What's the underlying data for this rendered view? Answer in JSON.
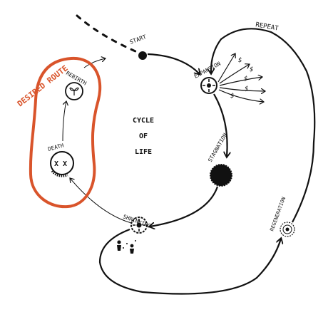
{
  "labels": {
    "start": "START",
    "expansion": "EXPANSION",
    "stagnation": "STAGNATION",
    "shrinking": "SHRINKING",
    "regeneration": "REGENERATION",
    "death": "DEATH",
    "rebirth": "REBIRTH",
    "repeat": "REPEAT",
    "desired_route": "DESIRED ROUTE",
    "center_line1": "CYCLE",
    "center_line2": "OF",
    "center_line3": "LIFE",
    "currency_symbol": "$",
    "death_marks": "X X"
  },
  "colors": {
    "ink": "#111111",
    "desired_route": "#d9542b",
    "background": "#ffffff"
  },
  "icons": [
    "start-dot",
    "expansion-compass",
    "money-arrows",
    "stagnation-blob",
    "shrinking-compass",
    "people-icons",
    "regeneration-target",
    "death-circle",
    "sprout-icon"
  ]
}
